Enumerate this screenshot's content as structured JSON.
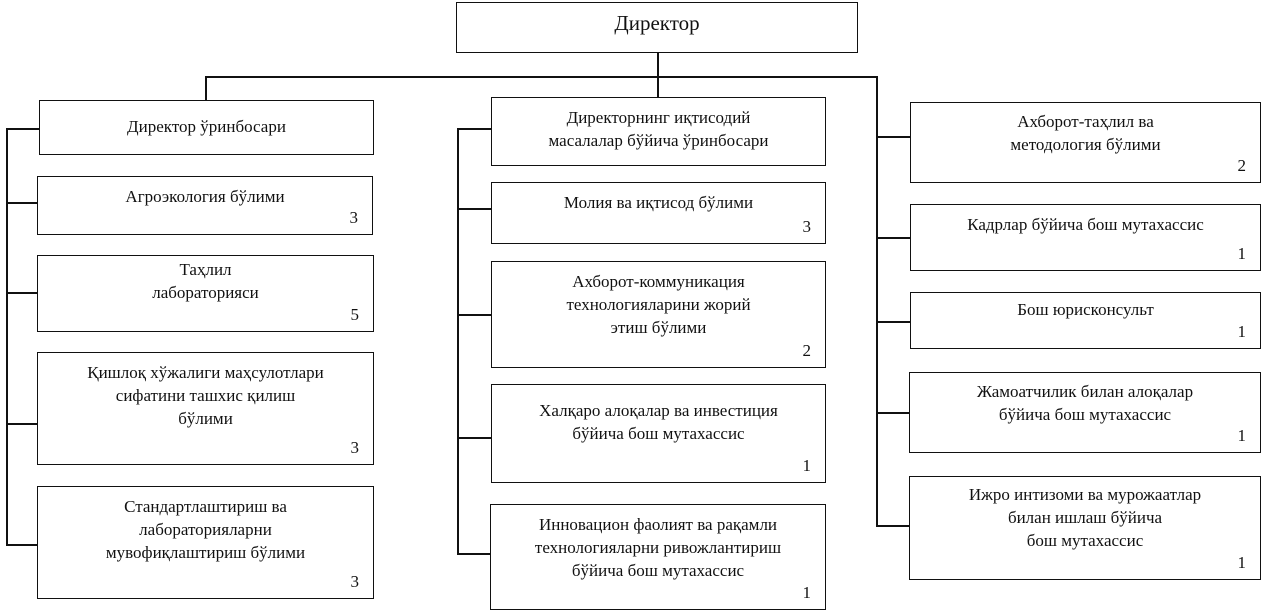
{
  "director": {
    "title": "Директор"
  },
  "left": {
    "head": {
      "title": "Директор ўринбосари"
    },
    "units": [
      {
        "title": "Агроэкология бўлими",
        "count": "3"
      },
      {
        "title": "Таҳлил\nлабораторияси",
        "count": "5"
      },
      {
        "title": "Қишлоқ хўжалиги маҳсулотлари\nсифатини ташхис қилиш\nбўлими",
        "count": "3"
      },
      {
        "title": "Стандартлаштириш ва\nлабораторияларни\nмувофиқлаштириш бўлими",
        "count": "3"
      }
    ]
  },
  "center": {
    "head": {
      "title": "Директорнинг иқтисодий\nмасалалар бўйича ўринбосари"
    },
    "units": [
      {
        "title": "Молия ва иқтисод бўлими",
        "count": "3"
      },
      {
        "title": "Ахборот-коммуникация\nтехнологияларини жорий\nэтиш бўлими",
        "count": "2"
      },
      {
        "title": "Халқаро алоқалар ва инвестиция\nбўйича бош мутахассис",
        "count": "1"
      },
      {
        "title": "Инновацион фаолият ва рақамли\nтехнологияларни ривожлантириш\nбўйича бош мутахассис",
        "count": "1"
      }
    ]
  },
  "right": {
    "units": [
      {
        "title": "Ахборот-таҳлил ва\nметодология бўлими",
        "count": "2"
      },
      {
        "title": "Кадрлар бўйича бош мутахассис",
        "count": "1"
      },
      {
        "title": "Бош юрисконсульт",
        "count": "1"
      },
      {
        "title": "Жамоатчилик билан алоқалар\nбўйича бош мутахассис",
        "count": "1"
      },
      {
        "title": "Ижро интизоми ва мурожаатлар\nбилан ишлаш бўйича\nбош мутахассис",
        "count": "1"
      }
    ]
  }
}
